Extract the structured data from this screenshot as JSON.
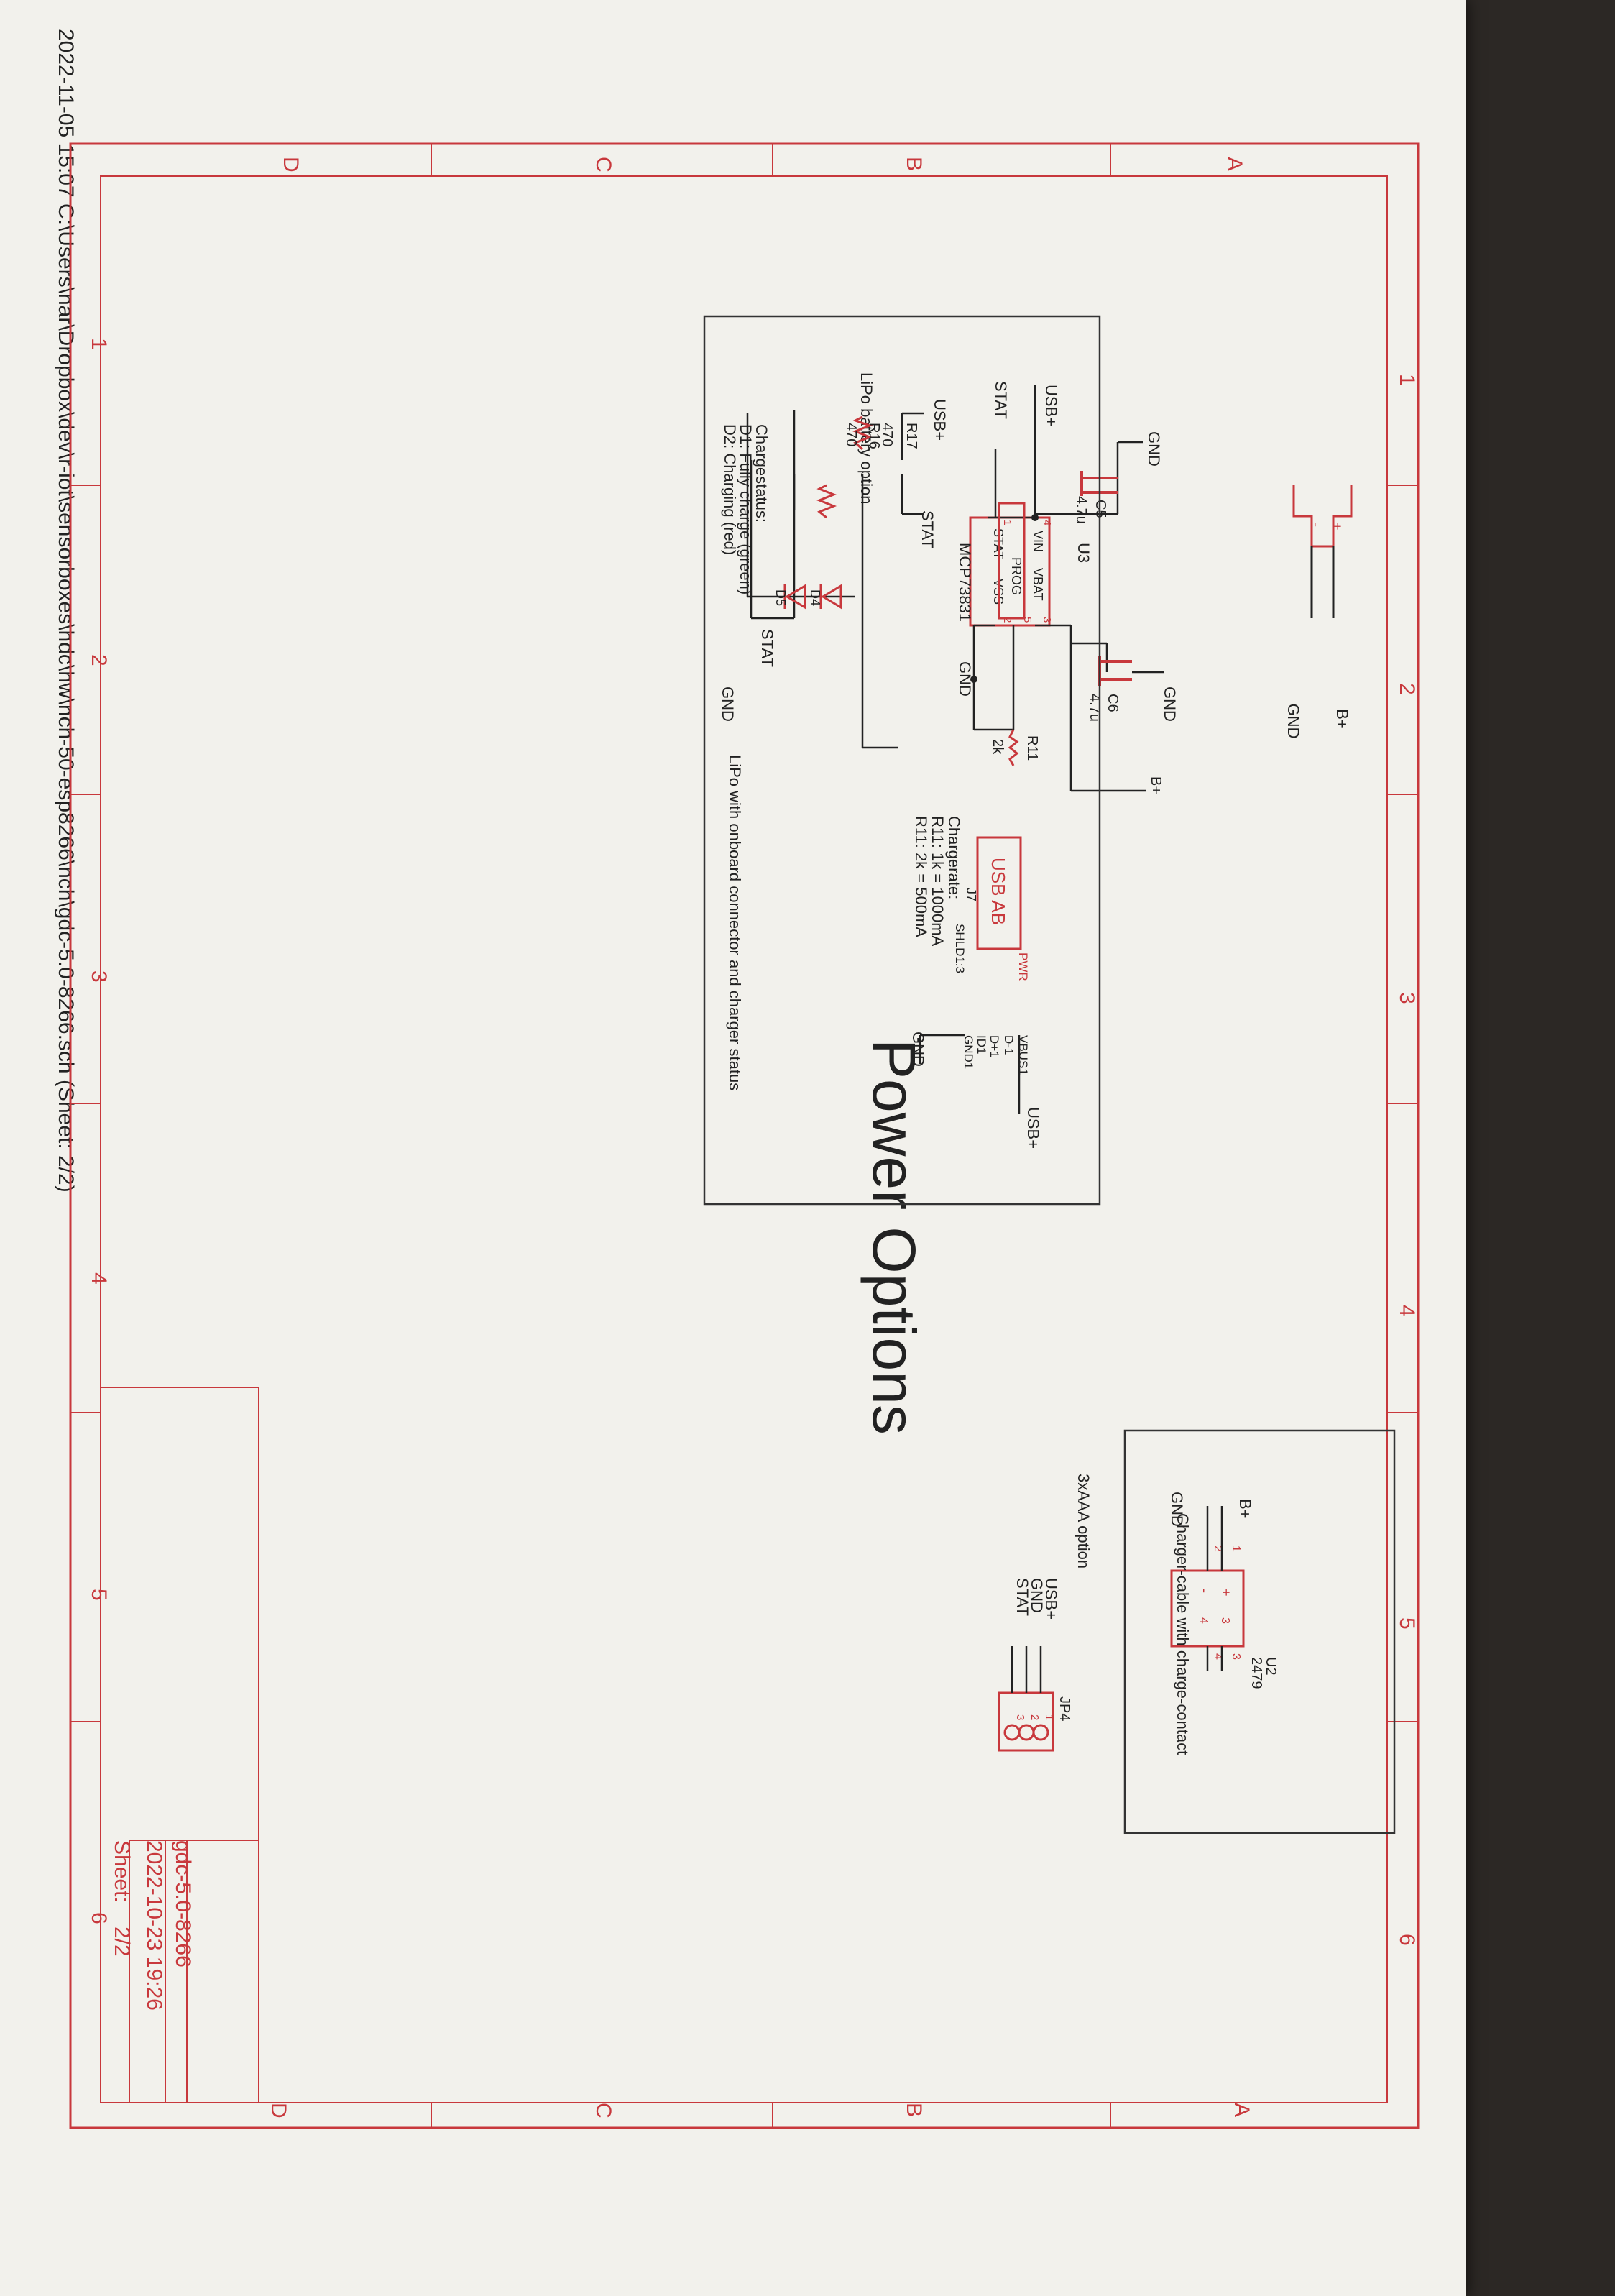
{
  "sheet": {
    "title": "Power Options",
    "footer_path": "2022-11-05 15:07  C:\\Users\\nar\\Dropbox\\dev\\r-iot\\sensorboxes\\hdc\\hw\\nch-50-esp8266\\nch\\gdc-5.0-8266.sch (Sheet: 2/2)",
    "column_numbers": [
      "1",
      "2",
      "3",
      "4",
      "5",
      "6"
    ],
    "row_letters": [
      "A",
      "B",
      "C",
      "D"
    ]
  },
  "title_block": {
    "name": "gdc-5.0-8266",
    "date": "2022-10-23 19:26",
    "sheet_label": "Sheet:",
    "sheet_value": "2/2"
  },
  "lipo_battery": {
    "label": "LiPo battery option",
    "connector_labels": [
      "B+",
      "GND"
    ],
    "pin_plus": "+",
    "pin_minus": "-"
  },
  "charger": {
    "chip_ref": "U3",
    "chip_name": "MCP73831",
    "chip_pins_left": [
      "VIN",
      "PROG",
      "STAT"
    ],
    "chip_pins_right": [
      "VBAT",
      "VSS"
    ],
    "pin_numbers": [
      "4",
      "1",
      "5",
      "3",
      "2"
    ],
    "c5_ref": "C5",
    "c5_value": "4.7u",
    "c6_ref": "C6",
    "c6_value": "4.7u",
    "r11_ref": "R11",
    "r11_value": "2k",
    "net_gnd": "GND",
    "net_usb": "USB+",
    "net_stat": "STAT",
    "net_bplus": "B+",
    "chargerate_title": "Chargerate:",
    "chargerate_1": "R11: 1k = 1000mA",
    "chargerate_2": "R11: 2k = 500mA"
  },
  "onboard_box": {
    "caption": "LiPo with onboard connector and charger status",
    "r17_ref": "R17",
    "r17_value": "470",
    "r16_ref": "R16",
    "r16_value": "470",
    "d4_ref": "D4",
    "d5_ref": "D5",
    "net_usb": "USB+",
    "net_stat": "STAT",
    "net_stat2": "STAT",
    "net_gnd": "GND",
    "net_gnd2": "GND",
    "status_title": "Chargestatus:",
    "status_d1": "D1: Fully charge (green)",
    "status_d2": "D2: Charging (red)",
    "usb_ref": "J7",
    "usb_label": "USB AB",
    "usb_pins": [
      "PWR",
      "VBUS1",
      "D-1",
      "D+1",
      "ID1",
      "GND1",
      "SHLD1:3"
    ],
    "usb_net_usb": "USB+"
  },
  "aaa": {
    "label": "3xAAA option",
    "ref": "U2",
    "value": "2479",
    "net_bplus": "B+",
    "net_gnd": "GND",
    "pins": [
      "1",
      "2",
      "3",
      "4",
      "3",
      "4"
    ],
    "pin_plus": "+",
    "pin_minus": "-"
  },
  "charger_cable": {
    "caption": "Charger-cable with charge-contact",
    "ref": "JP4",
    "nets": [
      "USB+",
      "GND",
      "STAT"
    ],
    "pins": [
      "1",
      "2",
      "3"
    ]
  },
  "colors": {
    "schematic_red": "#c8383c",
    "wire": "#2a2a2a",
    "paper": "#f2f1ec",
    "background": "#2c2825"
  }
}
